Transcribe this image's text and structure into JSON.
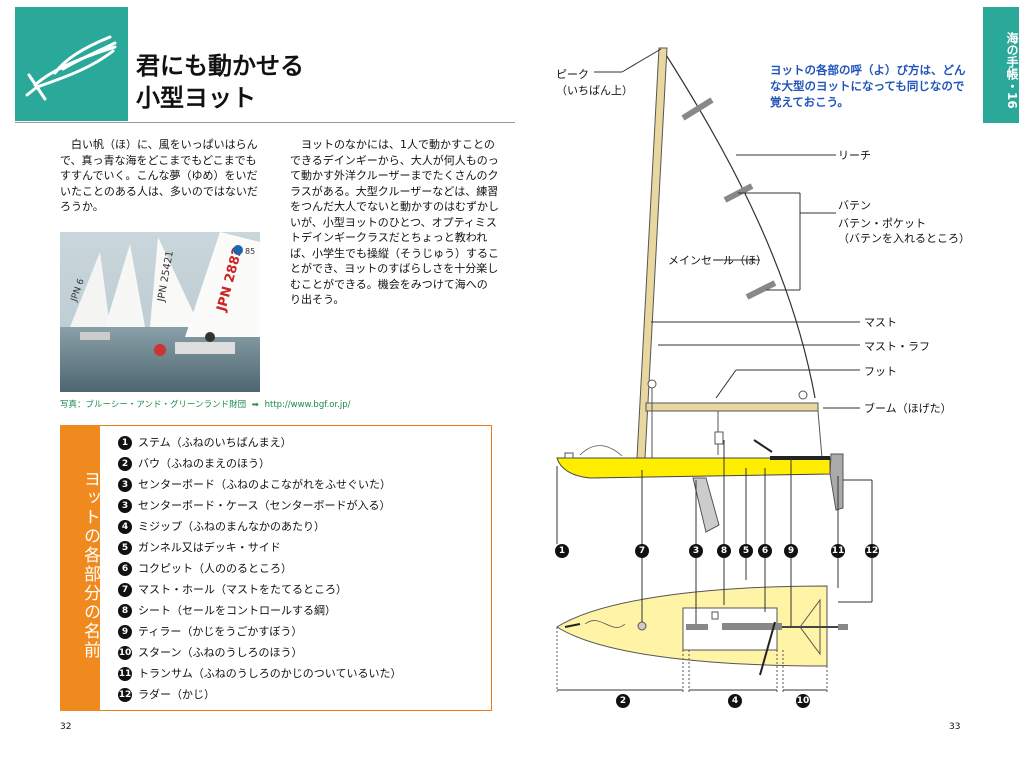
{
  "title": {
    "line1": "君にも動かせる",
    "line2": "小型ヨット"
  },
  "intro": "白い帆（ほ）に、風をいっぱいはらんで、真っ青な海をどこまでもどこまでもすすんでいく。こんな夢（ゆめ）をいだいたことのある人は、多いのではないだろうか。",
  "body": "ヨットのなかには、1人で動かすことのできるデインギーから、大人が何人ものって動かす外洋クルーザーまでたくさんのクラスがある。大型クルーザーなどは、練習をつんだ大人でないと動かすのはむずかしいが、小型ヨットのひとつ、オプティミストデインギークラスだとちょっと教われば、小学生でも操縦（そうじゅう）することができ、ヨットのすばらしさを十分楽しむことができる。機会をみつけて海への り出そう。",
  "photo": {
    "sail_texts": [
      "JPN 2882",
      "JPN 25421",
      "JPN 6",
      "85"
    ]
  },
  "caption": {
    "text": "写真：ブルーシー・アンド・グリーンランド財団",
    "url": "http://www.bgf.or.jp/"
  },
  "parts_title": "ヨットの各部分の名前",
  "parts": [
    {
      "n": "1",
      "label": "ステム（ふねのいちばんまえ）"
    },
    {
      "n": "2",
      "label": "バウ（ふねのまえのほう）"
    },
    {
      "n": "3",
      "label": "センターボード（ふねのよこながれをふせぐいた）"
    },
    {
      "n": "3",
      "label": "センターボード・ケース（センターボードが入る）"
    },
    {
      "n": "4",
      "label": "ミジップ（ふねのまんなかのあたり）"
    },
    {
      "n": "5",
      "label": "ガンネル又はデッキ・サイド"
    },
    {
      "n": "6",
      "label": "コクピット（人ののるところ）"
    },
    {
      "n": "7",
      "label": "マスト・ホール（マストをたてるところ）"
    },
    {
      "n": "8",
      "label": "シート（セールをコントロールする綱）"
    },
    {
      "n": "9",
      "label": "ティラー（かじをうごかすぼう）"
    },
    {
      "n": "10",
      "label": "スターン（ふねのうしろのほう）"
    },
    {
      "n": "11",
      "label": "トランサム（ふねのうしろのかじのついているいた）"
    },
    {
      "n": "12",
      "label": "ラダー（かじ）"
    }
  ],
  "side_tab": "海の手帳・16",
  "note": "ヨットの各部の呼（よ）び方は、どんな大型のヨットになっても同じなので覚えておこう。",
  "diagram_labels": {
    "peak": "ピーク",
    "peak_sub": "（いちばん上）",
    "leech": "リーチ",
    "batten": "バテン",
    "batten_pocket": "バテン・ポケット",
    "batten_pocket_sub": "（バテンを入れるところ）",
    "mainsail": "メインセール（ほ）",
    "mast": "マスト",
    "mast_luff": "マスト・ラフ",
    "foot": "フット",
    "boom": "ブーム（ほげた）"
  },
  "side_numbers": [
    "1",
    "7",
    "3",
    "8",
    "5",
    "6",
    "9",
    "11",
    "12"
  ],
  "bottom_numbers": [
    "2",
    "4",
    "10"
  ],
  "page_left": "32",
  "page_right": "33",
  "colors": {
    "teal": "#2aa89a",
    "orange": "#f08a1e",
    "hull_yellow": "#ffee00",
    "deck_yellow": "#fff3a6",
    "mast_wood": "#e8d8a0",
    "note_blue": "#2255bb"
  }
}
